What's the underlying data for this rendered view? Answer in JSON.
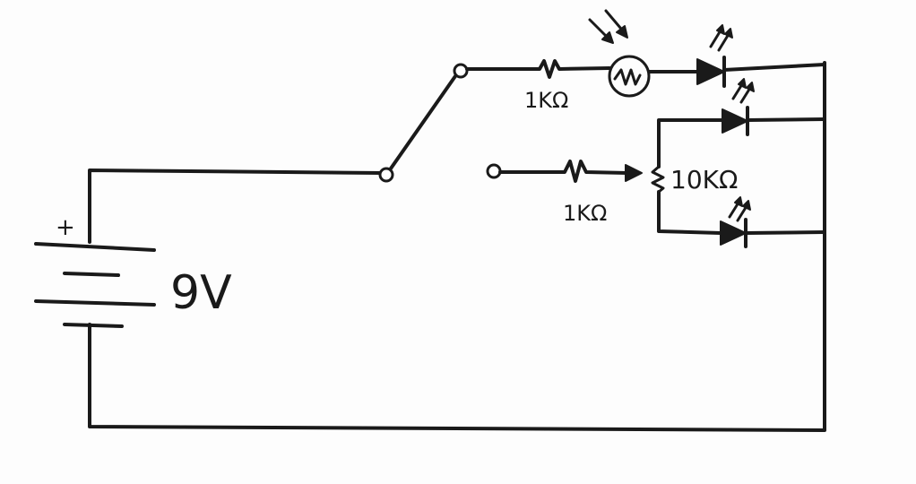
{
  "diagram": {
    "battery": {
      "voltage_label": "9V",
      "positive_label": "+"
    },
    "resistor_top_label": "1KΩ",
    "resistor_mid_label": "1KΩ",
    "potentiometer_label": "10KΩ"
  }
}
